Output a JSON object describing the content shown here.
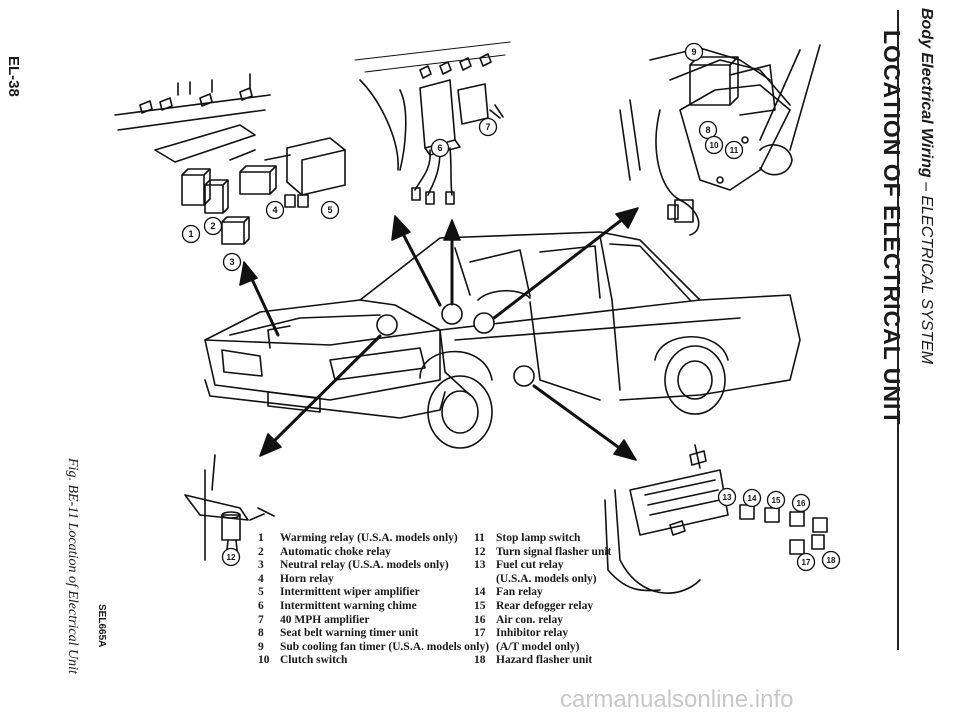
{
  "header": {
    "section_prefix": "Body Electrical Wiring",
    "section_suffix": " – ELECTRICAL SYSTEM",
    "title": "LOCATION OF ELECTRICAL UNIT"
  },
  "page_number": "EL-38",
  "figure": {
    "caption": "Fig. BE-11 Location of Electrical Unit",
    "code": "SEL665A"
  },
  "legend": [
    {
      "num": "1",
      "text": "Warming relay (U.S.A. models only)"
    },
    {
      "num": "2",
      "text": "Automatic choke relay"
    },
    {
      "num": "3",
      "text": "Neutral relay (U.S.A. models only)"
    },
    {
      "num": "4",
      "text": "Horn relay"
    },
    {
      "num": "5",
      "text": "Intermittent wiper amplifier"
    },
    {
      "num": "6",
      "text": "Intermittent warning chime"
    },
    {
      "num": "7",
      "text": "40 MPH amplifier"
    },
    {
      "num": "8",
      "text": "Seat belt warning timer unit"
    },
    {
      "num": "9",
      "text": "Sub cooling fan timer (U.S.A. models only)"
    },
    {
      "num": "10",
      "text": "Clutch switch"
    },
    {
      "num": "11",
      "text": "Stop lamp switch"
    },
    {
      "num": "12",
      "text": "Turn signal flasher unit"
    },
    {
      "num": "13",
      "text": "Fuel cut relay",
      "cont": "(U.S.A. models only)"
    },
    {
      "num": "14",
      "text": "Fan relay"
    },
    {
      "num": "15",
      "text": "Rear defogger relay"
    },
    {
      "num": "16",
      "text": "Air con. relay"
    },
    {
      "num": "17",
      "text": "Inhibitor relay",
      "cont": "(A/T model only)"
    },
    {
      "num": "18",
      "text": "Hazard flasher unit"
    }
  ],
  "callouts": [
    "1",
    "2",
    "3",
    "4",
    "5",
    "6",
    "7",
    "8",
    "9",
    "10",
    "11",
    "12",
    "13",
    "14",
    "15",
    "16",
    "17",
    "18"
  ],
  "watermark": "carmanualsonline.info"
}
